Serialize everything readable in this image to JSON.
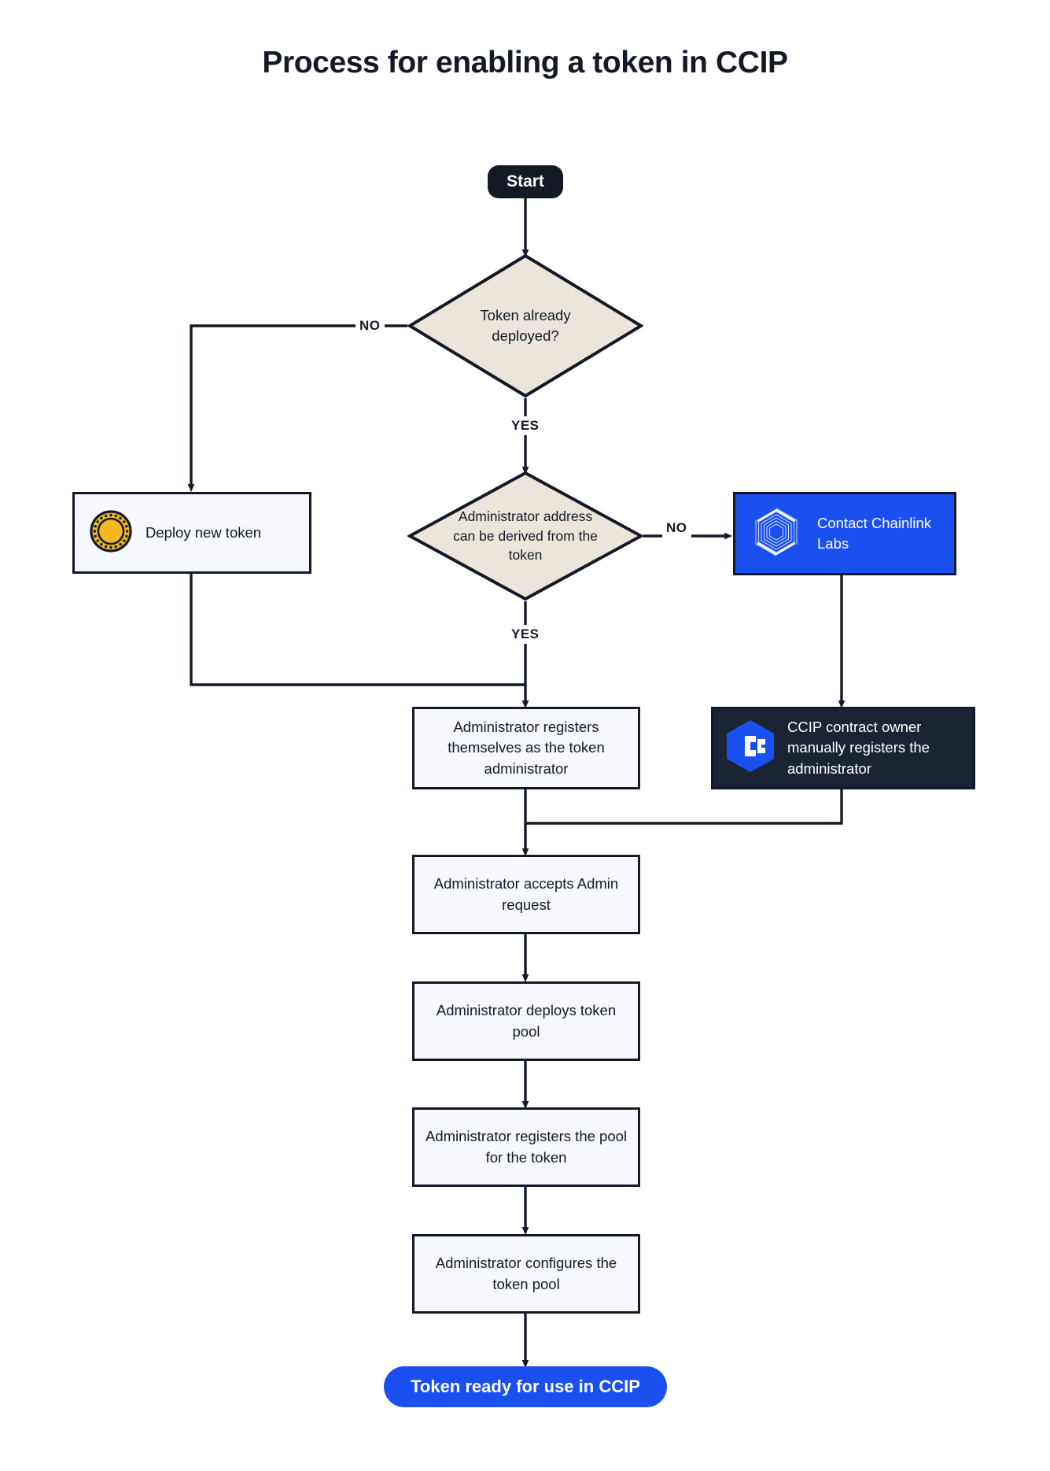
{
  "page": {
    "title": "Process for enabling a token in CCIP",
    "background": "#ffffff"
  },
  "colors": {
    "ink": "#141925",
    "box_fill": "#f6f8fd",
    "diamond_fill": "#ece5db",
    "blue": "#1a50f0",
    "dark_panel": "#1b2435",
    "coin_gold": "#f5b81c"
  },
  "chart_data": {
    "type": "diagram",
    "diagram_kind": "flowchart",
    "title": "Process for enabling a token in CCIP",
    "orientation": "top-to-bottom",
    "nodes": [
      {
        "id": "start",
        "shape": "terminator",
        "label": "Start",
        "style": "dark-pill"
      },
      {
        "id": "q_deployed",
        "shape": "decision",
        "label": "Token already deployed?",
        "style": "beige-diamond"
      },
      {
        "id": "deploy_token",
        "shape": "process",
        "label": "Deploy new token",
        "icon": "coin-icon",
        "style": "light-box"
      },
      {
        "id": "q_derived",
        "shape": "decision",
        "label": "Administrator address can be derived from the token",
        "style": "beige-diamond"
      },
      {
        "id": "contact_labs",
        "shape": "process",
        "label": "Contact Chainlink Labs",
        "icon": "chainlink-logo-icon",
        "style": "blue-box"
      },
      {
        "id": "self_register",
        "shape": "process",
        "label": "Administrator registers themselves as the token administrator",
        "style": "light-box"
      },
      {
        "id": "owner_register",
        "shape": "process",
        "label": "CCIP contract owner manually registers the administrator",
        "icon": "ccip-logo-icon",
        "style": "dark-box"
      },
      {
        "id": "accept_admin",
        "shape": "process",
        "label": "Administrator accepts Admin request",
        "style": "light-box"
      },
      {
        "id": "deploy_pool",
        "shape": "process",
        "label": "Administrator deploys token pool",
        "style": "light-box"
      },
      {
        "id": "register_pool",
        "shape": "process",
        "label": "Administrator registers the pool for the token",
        "style": "light-box"
      },
      {
        "id": "configure_pool",
        "shape": "process",
        "label": "Administrator configures the token pool",
        "style": "light-box"
      },
      {
        "id": "done",
        "shape": "terminator",
        "label": "Token ready for use in CCIP",
        "style": "blue-pill"
      }
    ],
    "edges": [
      {
        "from": "start",
        "to": "q_deployed",
        "label": ""
      },
      {
        "from": "q_deployed",
        "to": "deploy_token",
        "label": "NO"
      },
      {
        "from": "q_deployed",
        "to": "q_derived",
        "label": "YES"
      },
      {
        "from": "deploy_token",
        "to": "self_register",
        "label": ""
      },
      {
        "from": "q_derived",
        "to": "contact_labs",
        "label": "NO"
      },
      {
        "from": "q_derived",
        "to": "self_register",
        "label": "YES"
      },
      {
        "from": "contact_labs",
        "to": "owner_register",
        "label": ""
      },
      {
        "from": "owner_register",
        "to": "accept_admin",
        "label": ""
      },
      {
        "from": "self_register",
        "to": "accept_admin",
        "label": ""
      },
      {
        "from": "accept_admin",
        "to": "deploy_pool",
        "label": ""
      },
      {
        "from": "deploy_pool",
        "to": "register_pool",
        "label": ""
      },
      {
        "from": "register_pool",
        "to": "configure_pool",
        "label": ""
      },
      {
        "from": "configure_pool",
        "to": "done",
        "label": ""
      }
    ]
  },
  "nodes": {
    "start": {
      "label": "Start"
    },
    "q_deployed": {
      "label": "Token already deployed?"
    },
    "deploy_token": {
      "label": "Deploy new token"
    },
    "q_derived": {
      "label": "Administrator address can be derived from the token"
    },
    "contact_labs": {
      "label": "Contact Chainlink Labs"
    },
    "self_register": {
      "label": "Administrator registers themselves as the token administrator"
    },
    "owner_register": {
      "label": "CCIP contract owner manually registers the administrator"
    },
    "accept_admin": {
      "label": "Administrator accepts Admin request"
    },
    "deploy_pool": {
      "label": "Administrator deploys token pool"
    },
    "register_pool": {
      "label": "Administrator registers the pool for the token"
    },
    "configure_pool": {
      "label": "Administrator configures the token pool"
    },
    "done": {
      "label": "Token ready for use in CCIP"
    }
  },
  "edge_labels": {
    "deployed_no": "NO",
    "deployed_yes": "YES",
    "derived_no": "NO",
    "derived_yes": "YES"
  }
}
